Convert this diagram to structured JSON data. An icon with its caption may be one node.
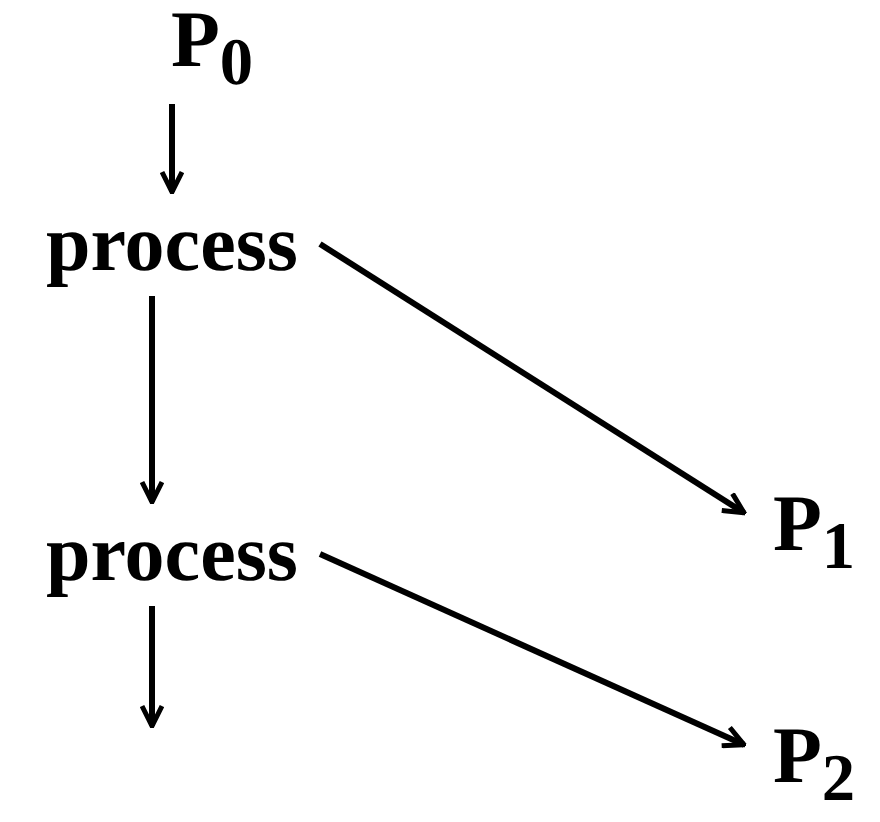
{
  "diagram": {
    "nodes": [
      {
        "text": [
          "P$_{0}$"
        ]
      },
      {
        "text": [
          "process"
        ]
      },
      {
        "text": [
          "process"
        ]
      },
      {
        "text": [
          "P$_{1}$"
        ]
      },
      {
        "text": [
          "P$_{2}$"
        ]
      }
    ],
    "edges": [
      {
        "from": 0,
        "to": 1,
        "arrow": "to"
      },
      {
        "from": 1,
        "to": 2,
        "arrow": "to"
      },
      {
        "from": 2,
        "to": null,
        "arrow": "to"
      },
      {
        "from": 1,
        "to": 3,
        "arrow": "to"
      },
      {
        "from": 2,
        "to": 4,
        "arrow": "to"
      }
    ]
  }
}
